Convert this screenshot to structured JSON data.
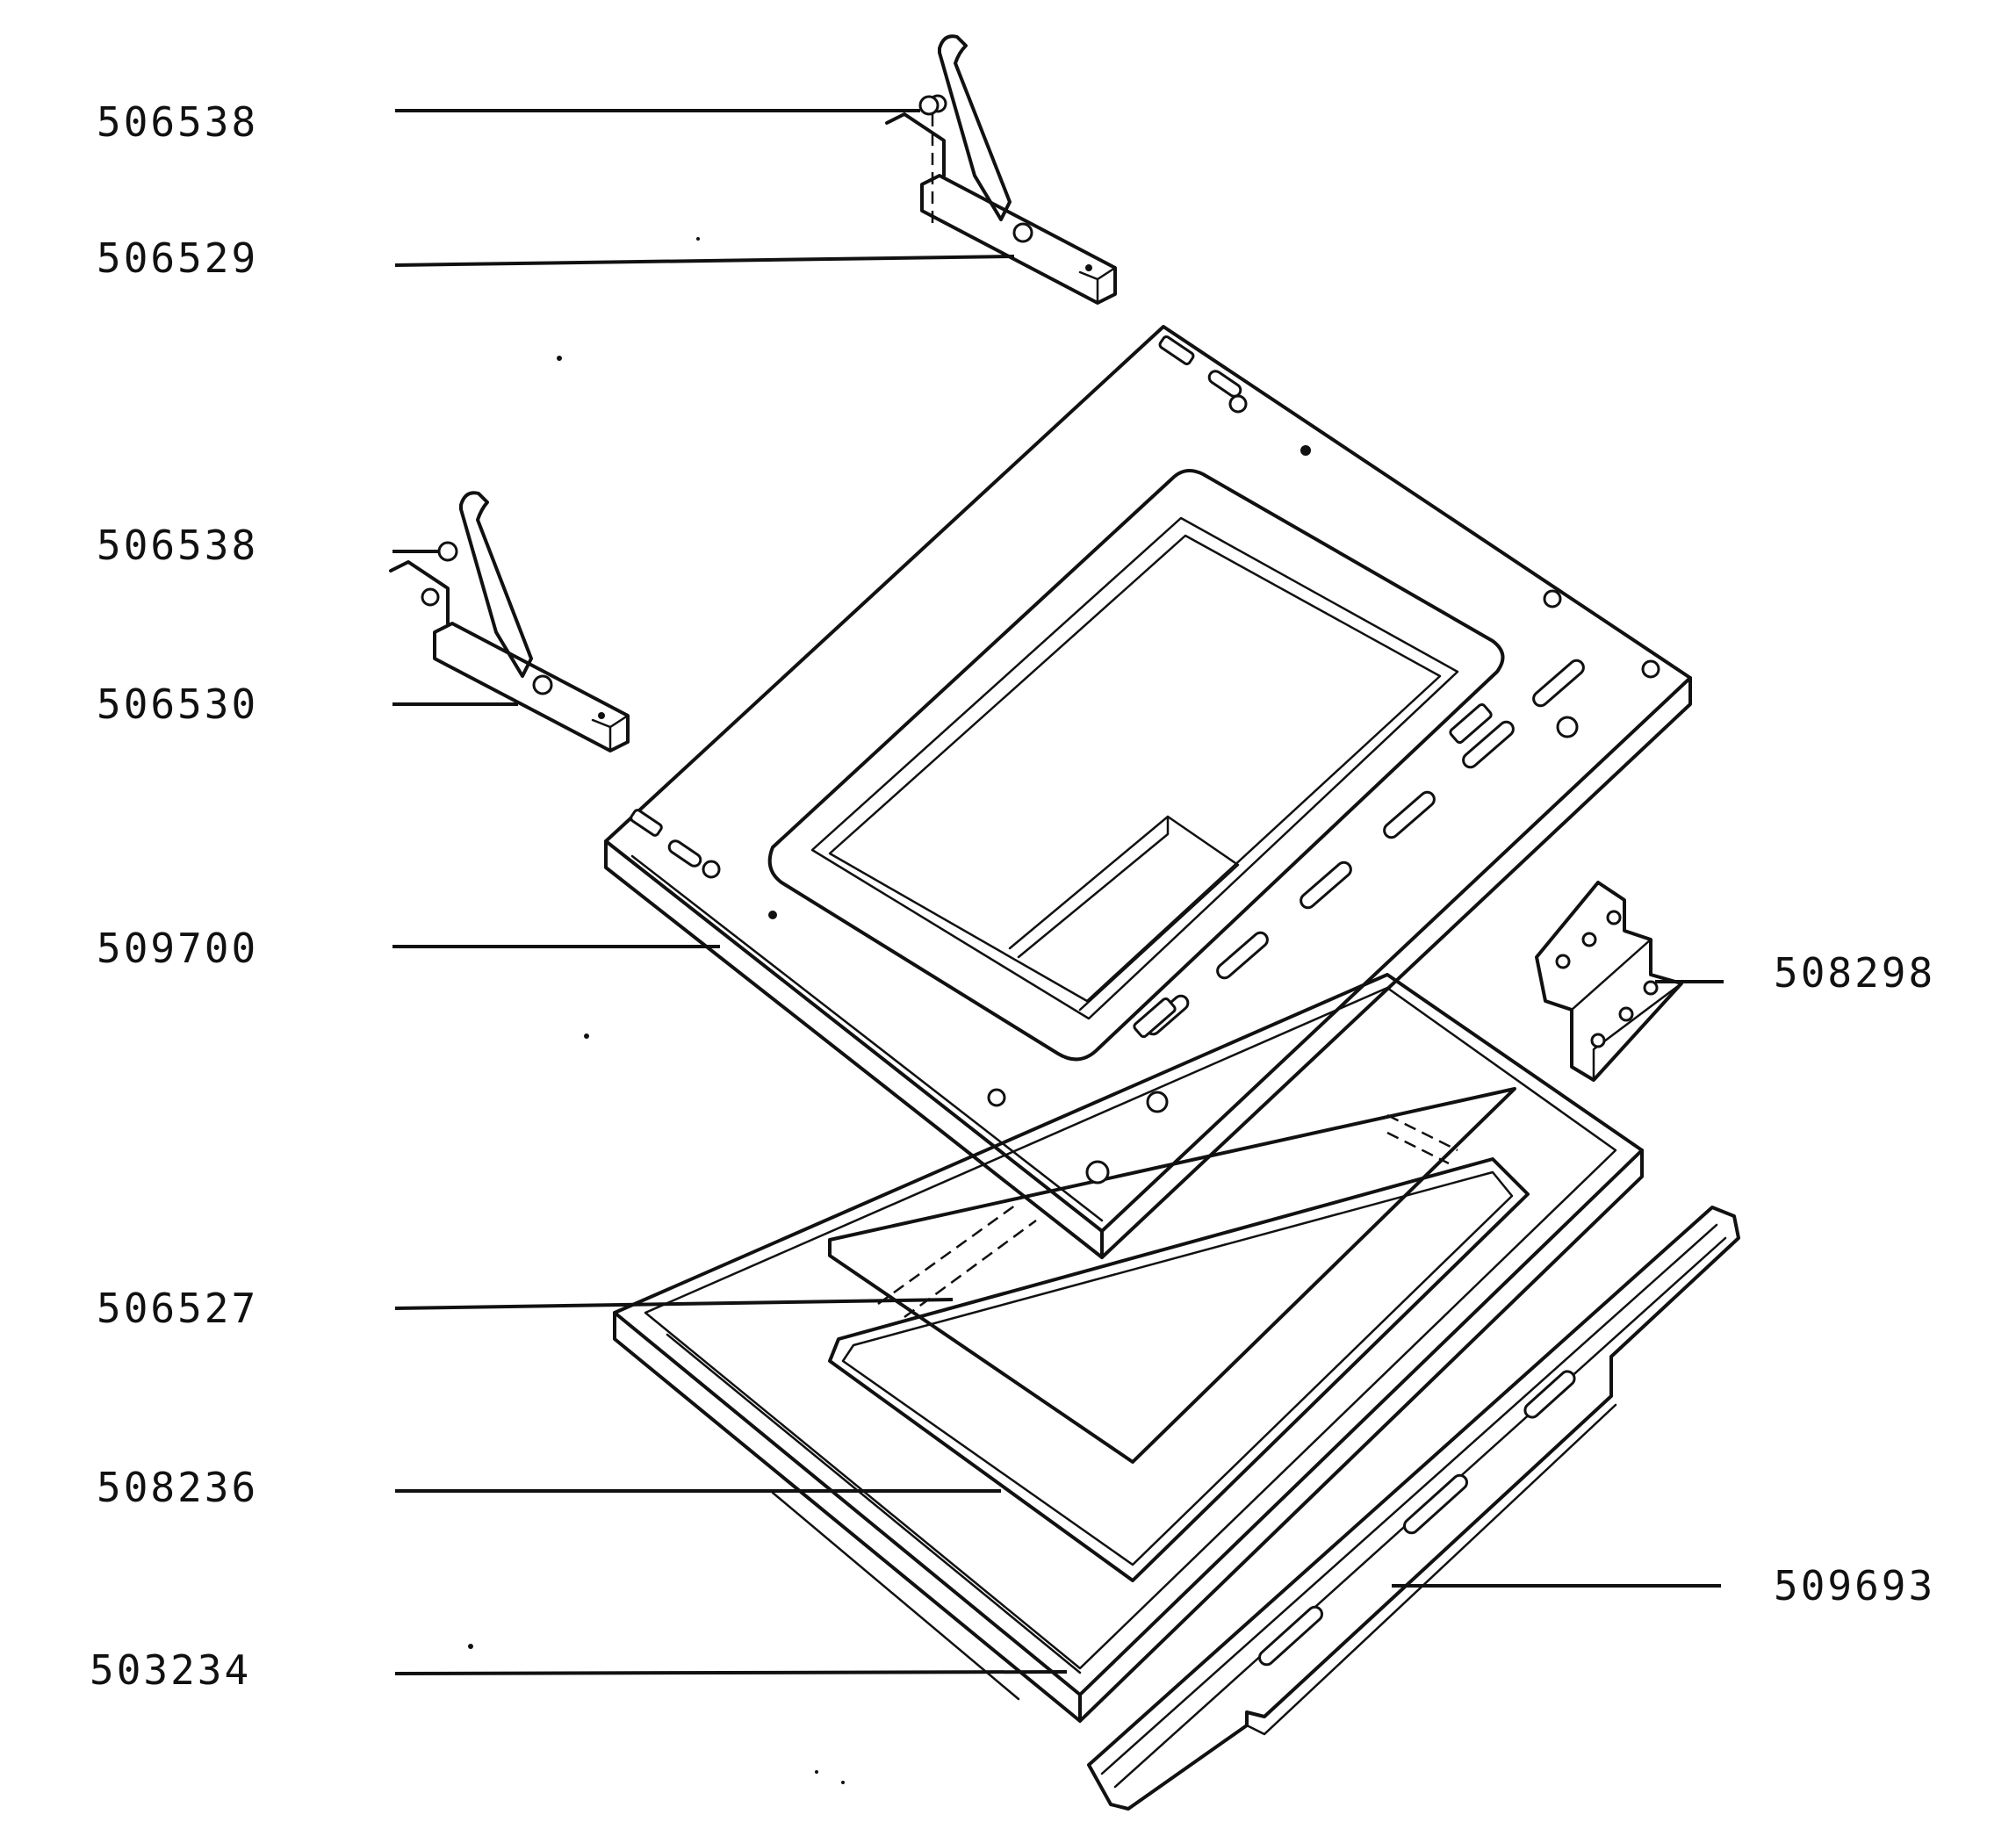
{
  "diagram": {
    "type": "exploded-parts-diagram",
    "ink_color": "#111111",
    "background_color": "#ffffff",
    "callouts": [
      {
        "id": "hinge-screw-upper",
        "label": "506538"
      },
      {
        "id": "hinge-upper",
        "label": "506529"
      },
      {
        "id": "hinge-screw-lower",
        "label": "506538"
      },
      {
        "id": "hinge-lower",
        "label": "506530"
      },
      {
        "id": "inner-door-panel",
        "label": "509700"
      },
      {
        "id": "door-glass",
        "label": "506527"
      },
      {
        "id": "glass-seal",
        "label": "508236"
      },
      {
        "id": "outer-door-frame",
        "label": "503234"
      },
      {
        "id": "handle-bracket",
        "label": "508298"
      },
      {
        "id": "door-handle",
        "label": "509693"
      }
    ]
  }
}
